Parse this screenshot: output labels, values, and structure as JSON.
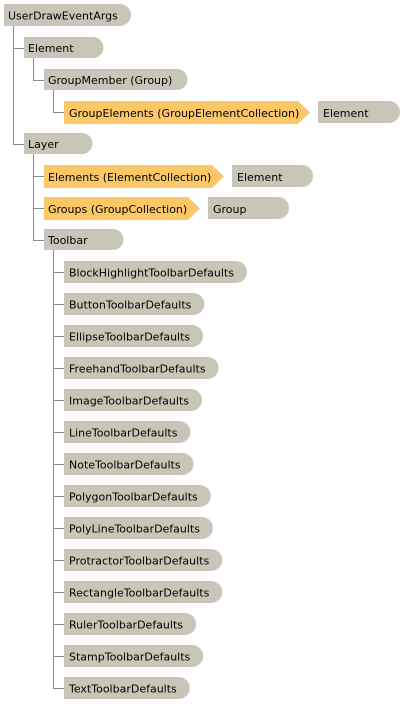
{
  "colors": {
    "node_fill": "#c9c6b9",
    "collection_fill": "#fcc867",
    "connector": "#8a8a8a",
    "text": "#000000"
  },
  "tree": {
    "root": {
      "label": "UserDrawEventArgs"
    },
    "element": {
      "label": "Element",
      "group_member": {
        "label": "GroupMember (Group)",
        "group_elements": {
          "label": "GroupElements (GroupElementCollection)",
          "item": "Element"
        }
      }
    },
    "layer": {
      "label": "Layer",
      "elements": {
        "label": "Elements (ElementCollection)",
        "item": "Element"
      },
      "groups": {
        "label": "Groups (GroupCollection)",
        "item": "Group"
      },
      "toolbar": {
        "label": "Toolbar",
        "items": [
          "BlockHighlightToolbarDefaults",
          "ButtonToolbarDefaults",
          "EllipseToolbarDefaults",
          "FreehandToolbarDefaults",
          "ImageToolbarDefaults",
          "LineToolbarDefaults",
          "NoteToolbarDefaults",
          "PolygonToolbarDefaults",
          "PolyLineToolbarDefaults",
          "ProtractorToolbarDefaults",
          "RectangleToolbarDefaults",
          "RulerToolbarDefaults",
          "StampToolbarDefaults",
          "TextToolbarDefaults"
        ]
      }
    }
  }
}
